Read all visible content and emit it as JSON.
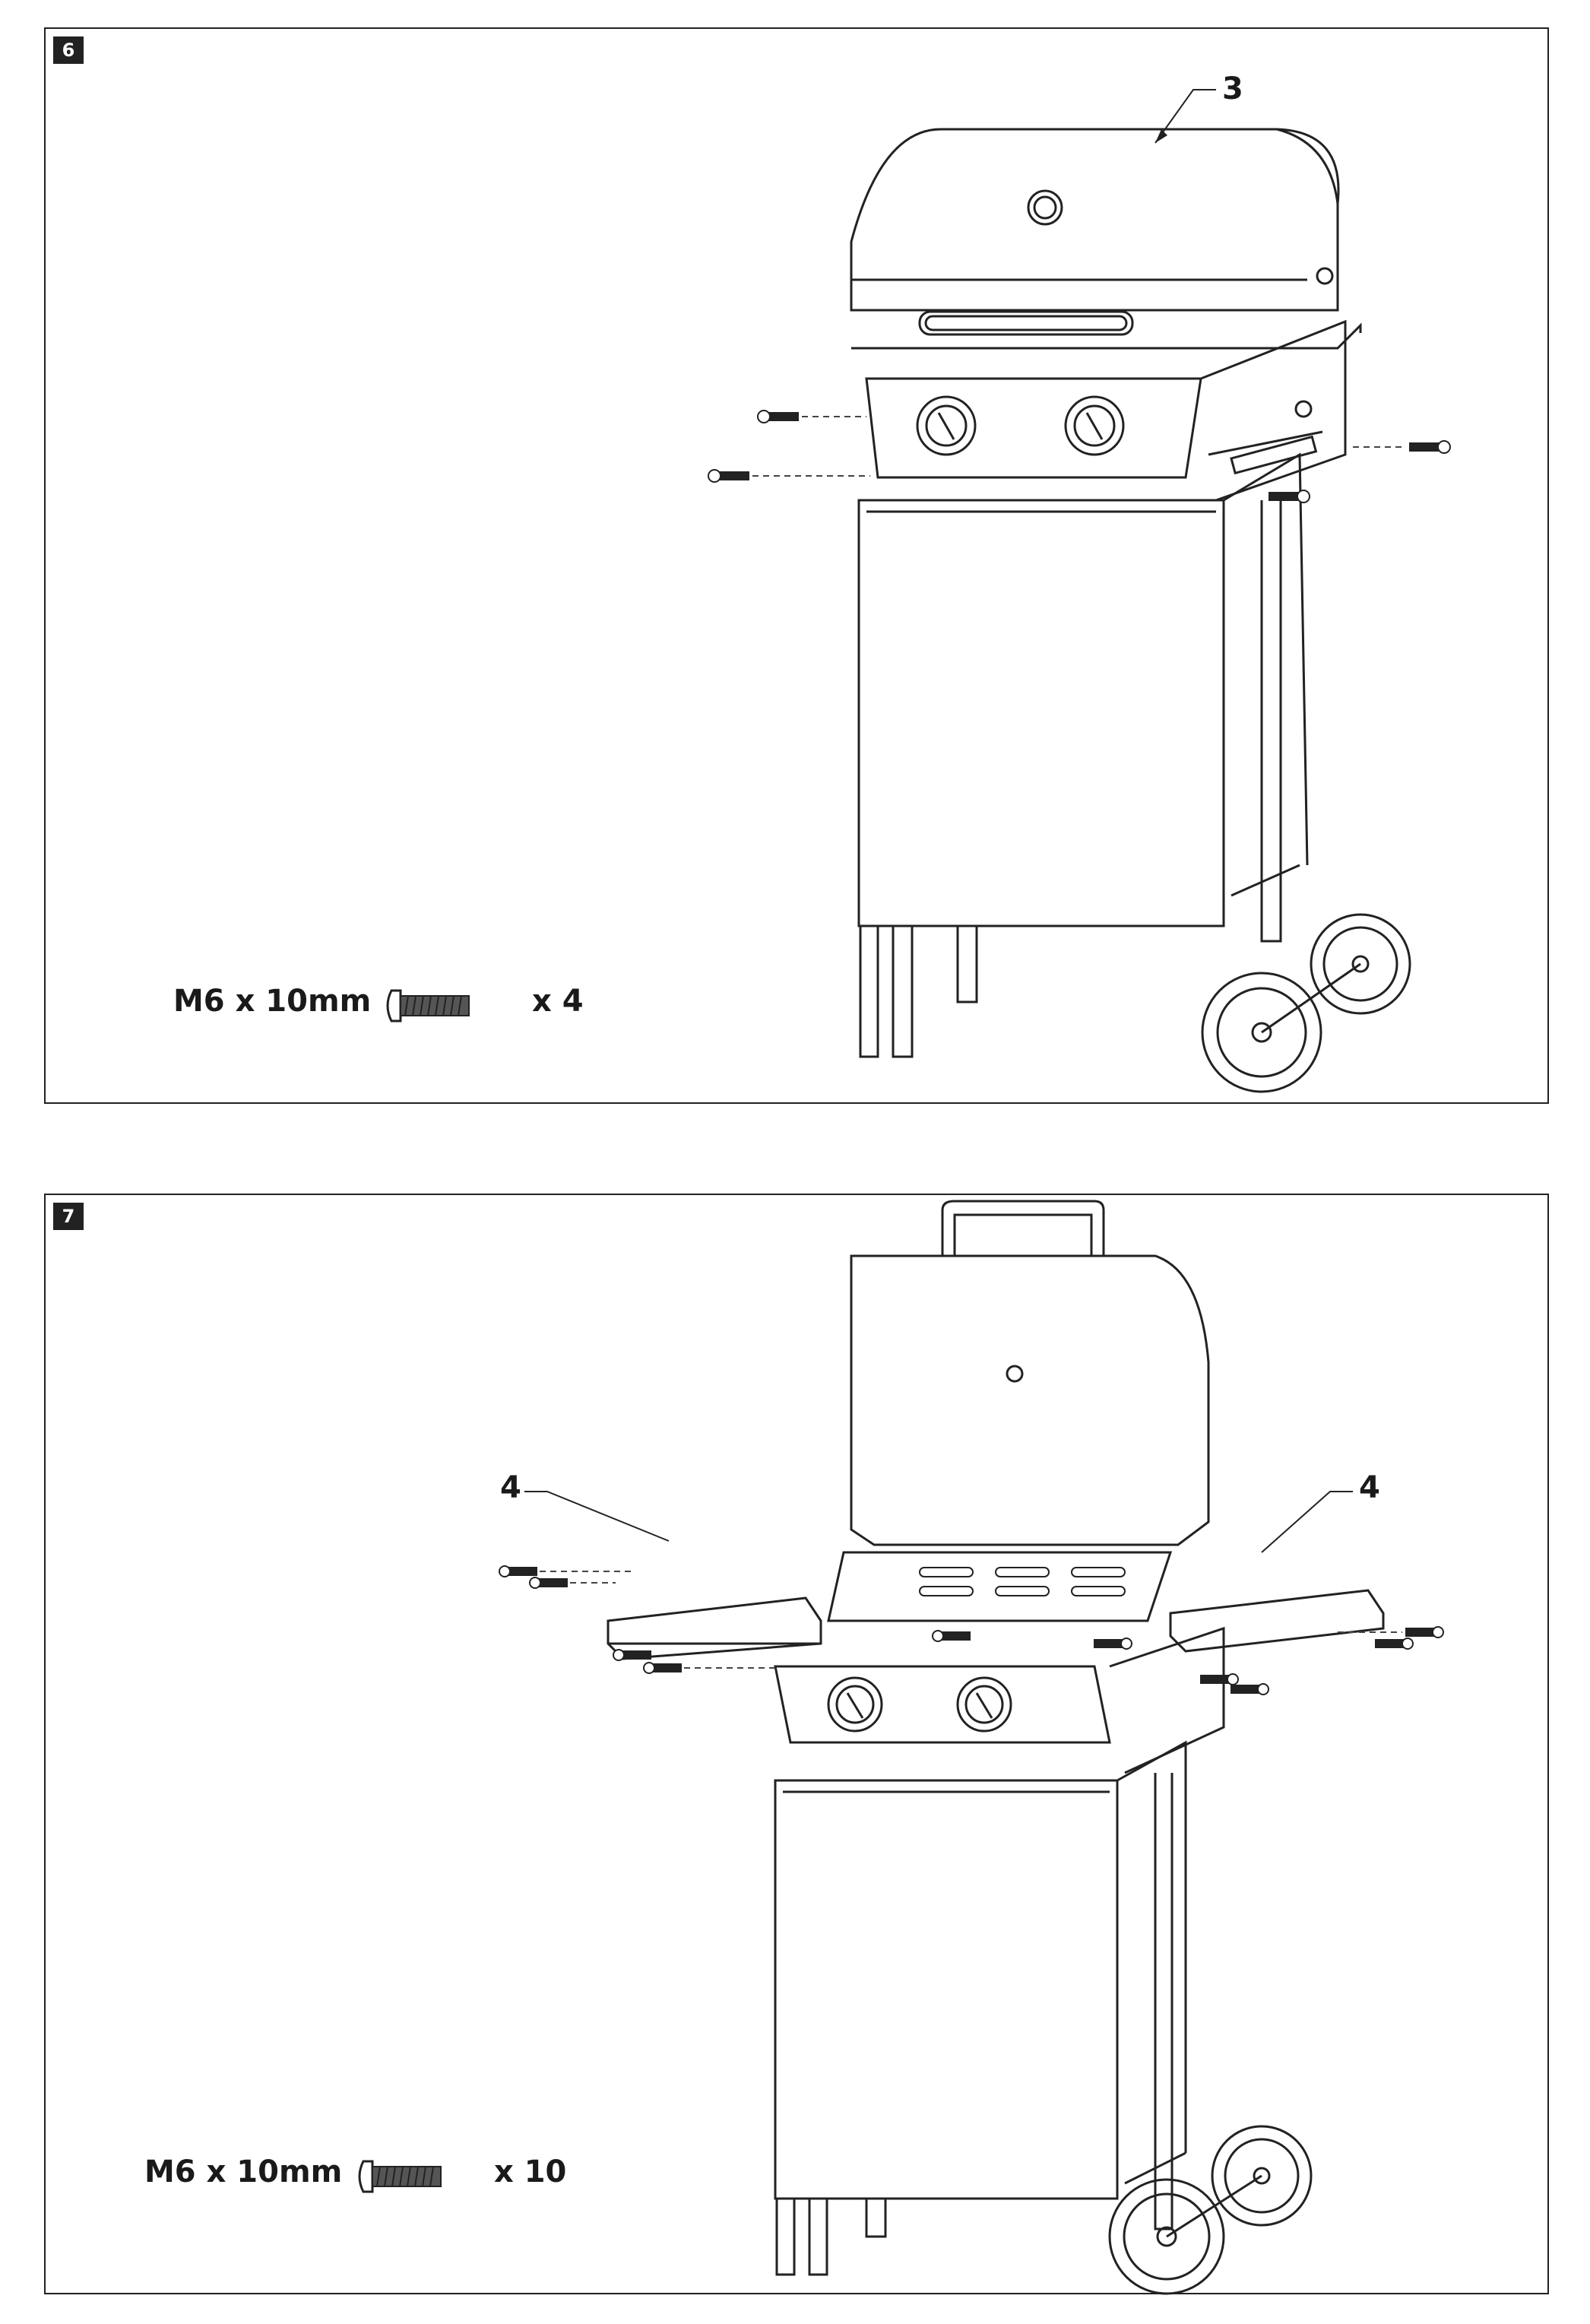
{
  "steps": [
    {
      "number": "6",
      "callouts": [
        "3"
      ],
      "hardware": {
        "spec": "M6 x 10mm",
        "icon": "screw-icon",
        "quantity": "x 4"
      }
    },
    {
      "number": "7",
      "callouts": [
        "4",
        "4"
      ],
      "hardware": {
        "spec": "M6 x 10mm",
        "icon": "screw-icon",
        "quantity": "x 10"
      }
    }
  ]
}
